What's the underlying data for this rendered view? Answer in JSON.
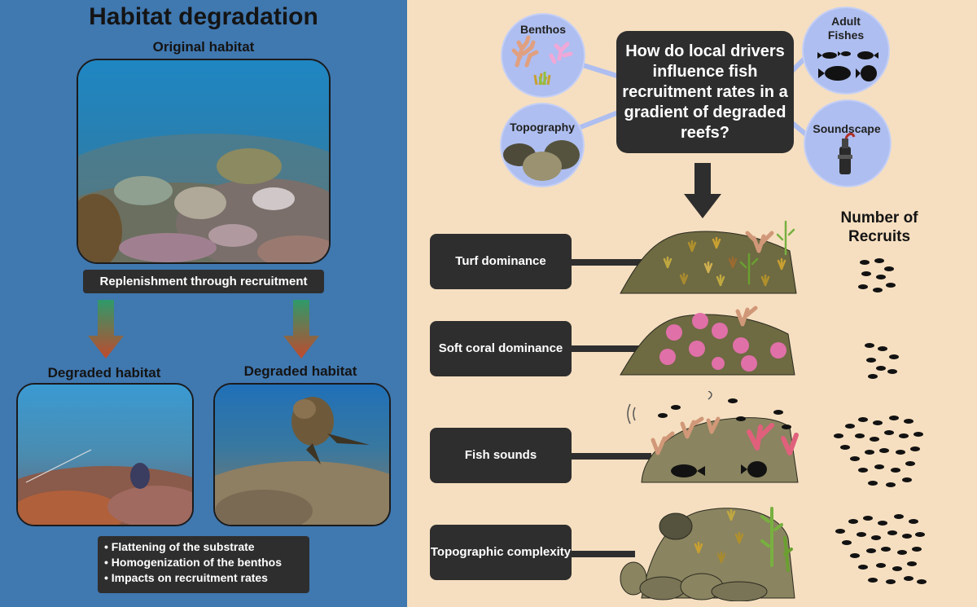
{
  "left": {
    "title": "Habitat degradation",
    "original_label": "Original habitat",
    "replenishment_label": "Replenishment through recruitment",
    "degraded_left_label": "Degraded habitat",
    "degraded_right_label": "Degraded habitat",
    "bullets": [
      "• Flattening of the substrate",
      "• Homogenization of the benthos",
      "• Impacts on recruitment rates"
    ]
  },
  "right": {
    "question": "How do local drivers influence fish recruitment rates in a gradient of degraded reefs?",
    "circles": {
      "benthos": "Benthos",
      "topography": "Topography",
      "adult_fishes": [
        "Adult",
        "Fishes"
      ],
      "soundscape": "Soundscape"
    },
    "recruits_title": [
      "Number of",
      "Recruits"
    ],
    "drivers": [
      "Turf dominance",
      "Soft coral dominance",
      "Fish sounds",
      "Topographic complexity"
    ]
  },
  "colors": {
    "left_bg": "#4078b0",
    "right_bg": "#f6dfc0",
    "box_dark": "#2e2e2e",
    "circle": "#aebef0",
    "arrow_top": "#2e9a6a",
    "arrow_bottom": "#c04a2e"
  },
  "icons": [
    "coral-icon",
    "seaweed-icon",
    "rock-icon",
    "fish-icon",
    "hydrophone-icon",
    "sound-wave-icon",
    "arrow-down-icon"
  ]
}
